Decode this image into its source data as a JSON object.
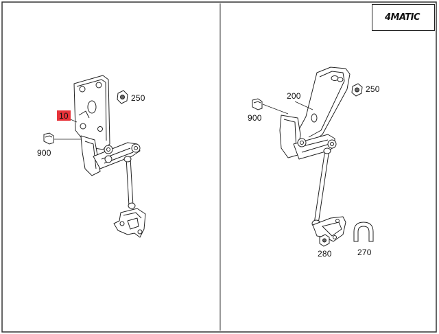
{
  "badge": {
    "text": "4MATIC"
  },
  "left_view": {
    "callouts": [
      {
        "id": "10",
        "label": "10",
        "highlighted": true
      },
      {
        "id": "250",
        "label": "250",
        "highlighted": false
      },
      {
        "id": "900",
        "label": "900",
        "highlighted": false
      }
    ]
  },
  "right_view": {
    "callouts": [
      {
        "id": "200",
        "label": "200",
        "highlighted": false
      },
      {
        "id": "250",
        "label": "250",
        "highlighted": false
      },
      {
        "id": "900",
        "label": "900",
        "highlighted": false
      },
      {
        "id": "280",
        "label": "280",
        "highlighted": false
      },
      {
        "id": "270",
        "label": "270",
        "highlighted": false
      }
    ]
  },
  "colors": {
    "highlight": "#e8333a",
    "line": "#222222",
    "frame": "#333333"
  }
}
